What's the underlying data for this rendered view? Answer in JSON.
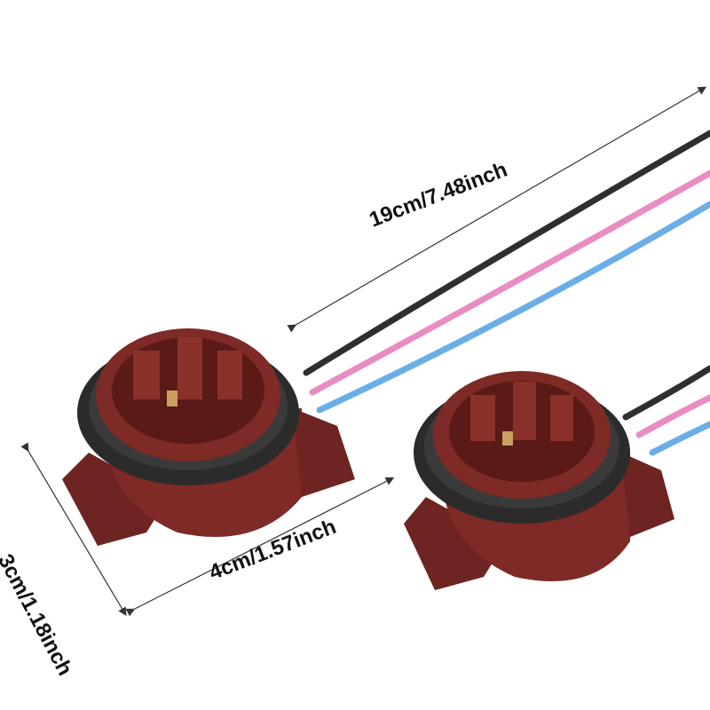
{
  "dimensions": {
    "length": "19cm/7.48inch",
    "width": "4cm/1.57inch",
    "height": "3cm/1.18inch"
  },
  "colors": {
    "socket_body": "#7e2a26",
    "socket_shadow": "#5a1a17",
    "gasket": "#2b2b2b",
    "wire_black": "#2f2f2f",
    "wire_pink": "#e98cc4",
    "wire_blue": "#6aaee8",
    "dimension_line": "#333333"
  },
  "product": {
    "item": "bulb-socket-wire-harness",
    "count": 2
  }
}
